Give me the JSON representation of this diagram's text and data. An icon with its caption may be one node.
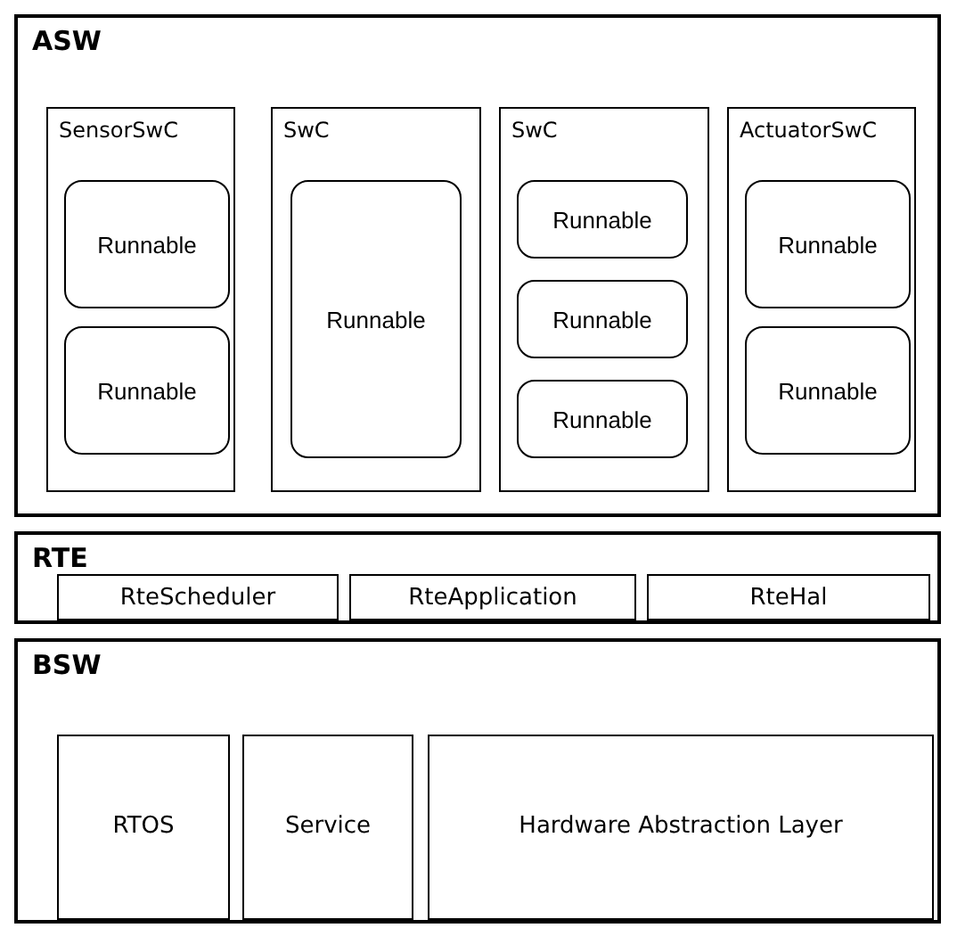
{
  "diagram": {
    "nodes": [
      {
        "text": [
          "ASW"
        ]
      },
      {
        "text": [
          "SensorSwC"
        ],
        "in": 0
      },
      {
        "text": [
          "Runnable"
        ],
        "in": 1
      },
      {
        "text": [
          "Runnable"
        ],
        "in": 1
      },
      {
        "text": [
          "SwC"
        ],
        "in": 0
      },
      {
        "text": [
          "Runnable"
        ],
        "in": 4
      },
      {
        "text": [
          "SwC"
        ],
        "in": 0
      },
      {
        "text": [
          "Runnable"
        ],
        "in": 6
      },
      {
        "text": [
          "Runnable"
        ],
        "in": 6
      },
      {
        "text": [
          "Runnable"
        ],
        "in": 6
      },
      {
        "text": [
          "ActuatorSwC"
        ],
        "in": 0
      },
      {
        "text": [
          "Runnable"
        ],
        "in": 10
      },
      {
        "text": [
          "Runnable"
        ],
        "in": 10
      },
      {
        "text": [
          "RTE"
        ]
      },
      {
        "text": [
          "RteScheduler"
        ],
        "in": 13
      },
      {
        "text": [
          "RteApplication"
        ],
        "in": 13
      },
      {
        "text": [
          "RteHal"
        ],
        "in": 13
      },
      {
        "text": [
          "BSW"
        ]
      },
      {
        "text": [
          "RTOS"
        ],
        "in": 17
      },
      {
        "text": [
          "Service"
        ],
        "in": 17
      },
      {
        "text": [
          "Hardware Abstraction Layer"
        ],
        "in": 17
      }
    ]
  }
}
